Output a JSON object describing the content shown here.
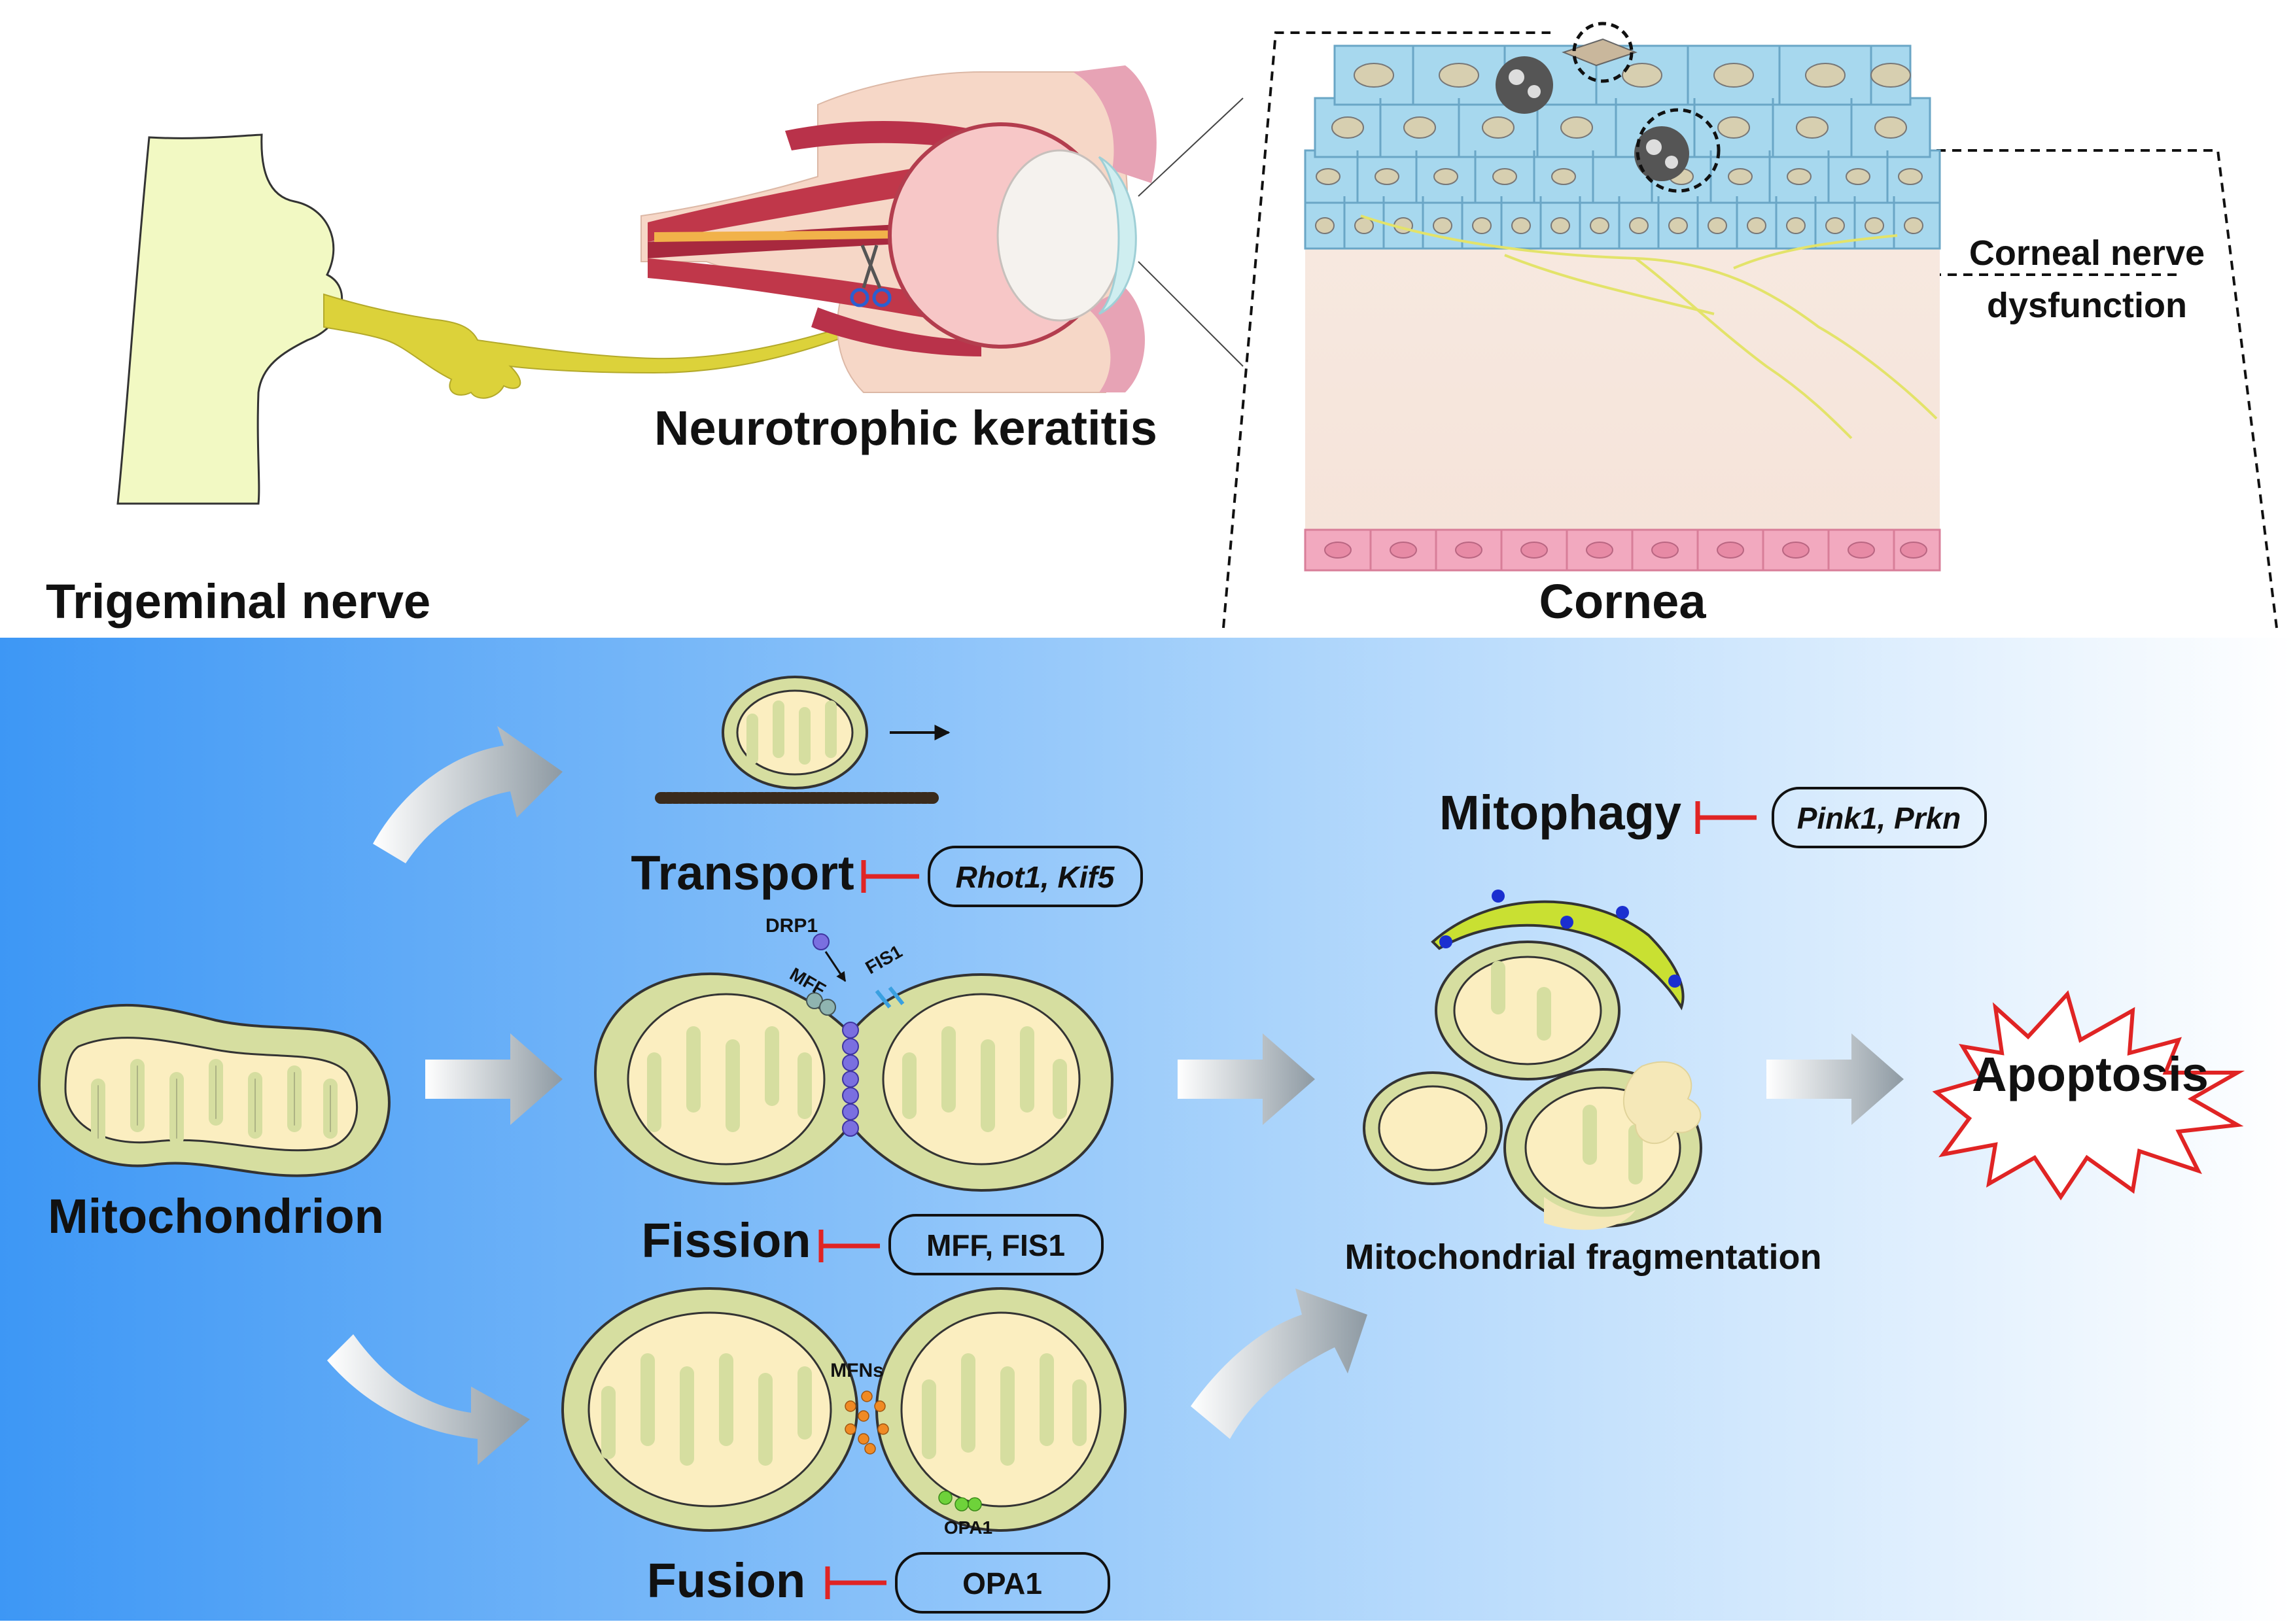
{
  "top": {
    "trigeminal_label": "Trigeminal nerve",
    "keratitis_label": "Neurotrophic keratitis",
    "cornea_label": "Cornea",
    "nerve_dysfunction_line1": "Corneal nerve",
    "nerve_dysfunction_line2": "dysfunction"
  },
  "bottom": {
    "mitochondrion_label": "Mitochondrion",
    "transport": {
      "label": "Transport",
      "genes": "Rhot1, Kif5"
    },
    "fission": {
      "label": "Fission",
      "genes": "MFF, FIS1",
      "drp1": "DRP1",
      "mff": "MFF",
      "fis1": "FIS1"
    },
    "fusion": {
      "label": "Fusion",
      "genes": "OPA1",
      "mfns": "MFNs",
      "opa1": "OPA1"
    },
    "mitophagy": {
      "label": "Mitophagy",
      "genes": "Pink1, Prkn"
    },
    "fragmentation_label": "Mitochondrial fragmentation",
    "apoptosis_label": "Apoptosis"
  },
  "colors": {
    "panel_gradient_left": "#3d97f5",
    "panel_gradient_right": "#ffffff",
    "mito_outer": "#d6dea0",
    "mito_inner": "#fbeec0",
    "nerve": "#dcd23a",
    "inhibit": "#e02424",
    "epithelium": "#a7d8ee",
    "endothelium": "#f2a9bf"
  }
}
